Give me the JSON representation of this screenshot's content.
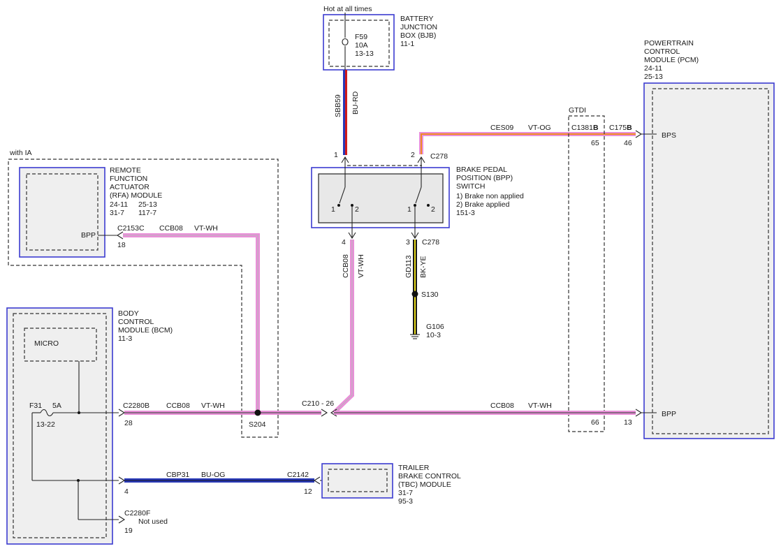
{
  "colors": {
    "box_border": "#3b3bd0",
    "box_fill": "#efefef",
    "wire_vt_wh": "#e98fd8",
    "wire_bu": "#2838b8",
    "wire_rd": "#d11b1b",
    "wire_og": "#f08a24",
    "wire_bk": "#1a1a1a",
    "wire_ye": "#e6d81a"
  },
  "battery_junction_box": {
    "note": "Hot at all times",
    "title": [
      "BATTERY",
      "JUNCTION",
      "BOX (BJB)"
    ],
    "ref": "11-1",
    "fuse_name": "F59",
    "fuse_rating": "10A",
    "fuse_ref": "13-13"
  },
  "bjb_wire": {
    "circuit": "SBB59",
    "color_code": "BU-RD"
  },
  "bpp_switch": {
    "title": [
      "BRAKE PEDAL",
      "POSITION (BPP)",
      "SWITCH"
    ],
    "legend": [
      "1) Brake non applied",
      "2) Brake applied"
    ],
    "ref": "151-3",
    "pin_top_left": "1",
    "pin_top_right": "2",
    "connector_top": "C278",
    "pin_bottom_left": "4",
    "pin_bottom_right": "3",
    "connector_bottom": "C278",
    "contact_1": "1",
    "contact_2": "2"
  },
  "pcm": {
    "title": [
      "POWERTRAIN",
      "CONTROL",
      "MODULE (PCM)"
    ],
    "refs": [
      "24-11",
      "25-13"
    ],
    "input_bps": "BPS",
    "input_bpp": "BPP",
    "pin_bps": "46",
    "pin_bpp": "13",
    "connector": "C175",
    "connector_suffix": "B"
  },
  "gtdi": {
    "label": "GTDI",
    "connector": "C1381",
    "connector_suffix": "B",
    "pin_top": "65",
    "pin_bottom": "66"
  },
  "ces_wire": {
    "circuit": "CES09",
    "color_code": "VT-OG"
  },
  "rfa": {
    "group_label": "with IA",
    "title": [
      "REMOTE",
      "FUNCTION",
      "ACTUATOR",
      "(RFA) MODULE"
    ],
    "refs": [
      "24-11",
      "25-13",
      "31-7",
      "117-7"
    ],
    "input": "BPP",
    "connector": "C2153C",
    "pin": "18"
  },
  "rfa_wire": {
    "circuit": "CCB08",
    "color_code": "VT-WH"
  },
  "switch_out_wire": {
    "circuit": "CCB08",
    "color_code": "VT-WH"
  },
  "ground_wire": {
    "circuit": "GD113",
    "color_code": "BK-YE",
    "splice": "S130",
    "ground": "G106",
    "ground_ref": "10-3"
  },
  "bcm": {
    "title": [
      "BODY",
      "CONTROL",
      "MODULE (BCM)"
    ],
    "ref": "11-3",
    "micro": "MICRO",
    "fuse_name": "F31",
    "fuse_rating": "5A",
    "fuse_ref": "13-22"
  },
  "bcm_wire": {
    "connector": "C2280B",
    "pin": "28",
    "circuit": "CCB08",
    "color_code": "VT-WH",
    "splice": "S204"
  },
  "inline_connector": {
    "label": "C210 - 26"
  },
  "pcm_bpp_wire": {
    "circuit": "CCB08",
    "color_code": "VT-WH"
  },
  "tbc_wire": {
    "pin": "4",
    "circuit": "CBP31",
    "color_code": "BU-OG",
    "connector": "C2142",
    "tbc_pin": "12"
  },
  "tbc": {
    "title": [
      "TRAILER",
      "BRAKE CONTROL",
      "(TBC) MODULE"
    ],
    "refs": [
      "31-7",
      "95-3"
    ]
  },
  "unused": {
    "connector": "C2280F",
    "note": "Not used",
    "pin": "19"
  }
}
